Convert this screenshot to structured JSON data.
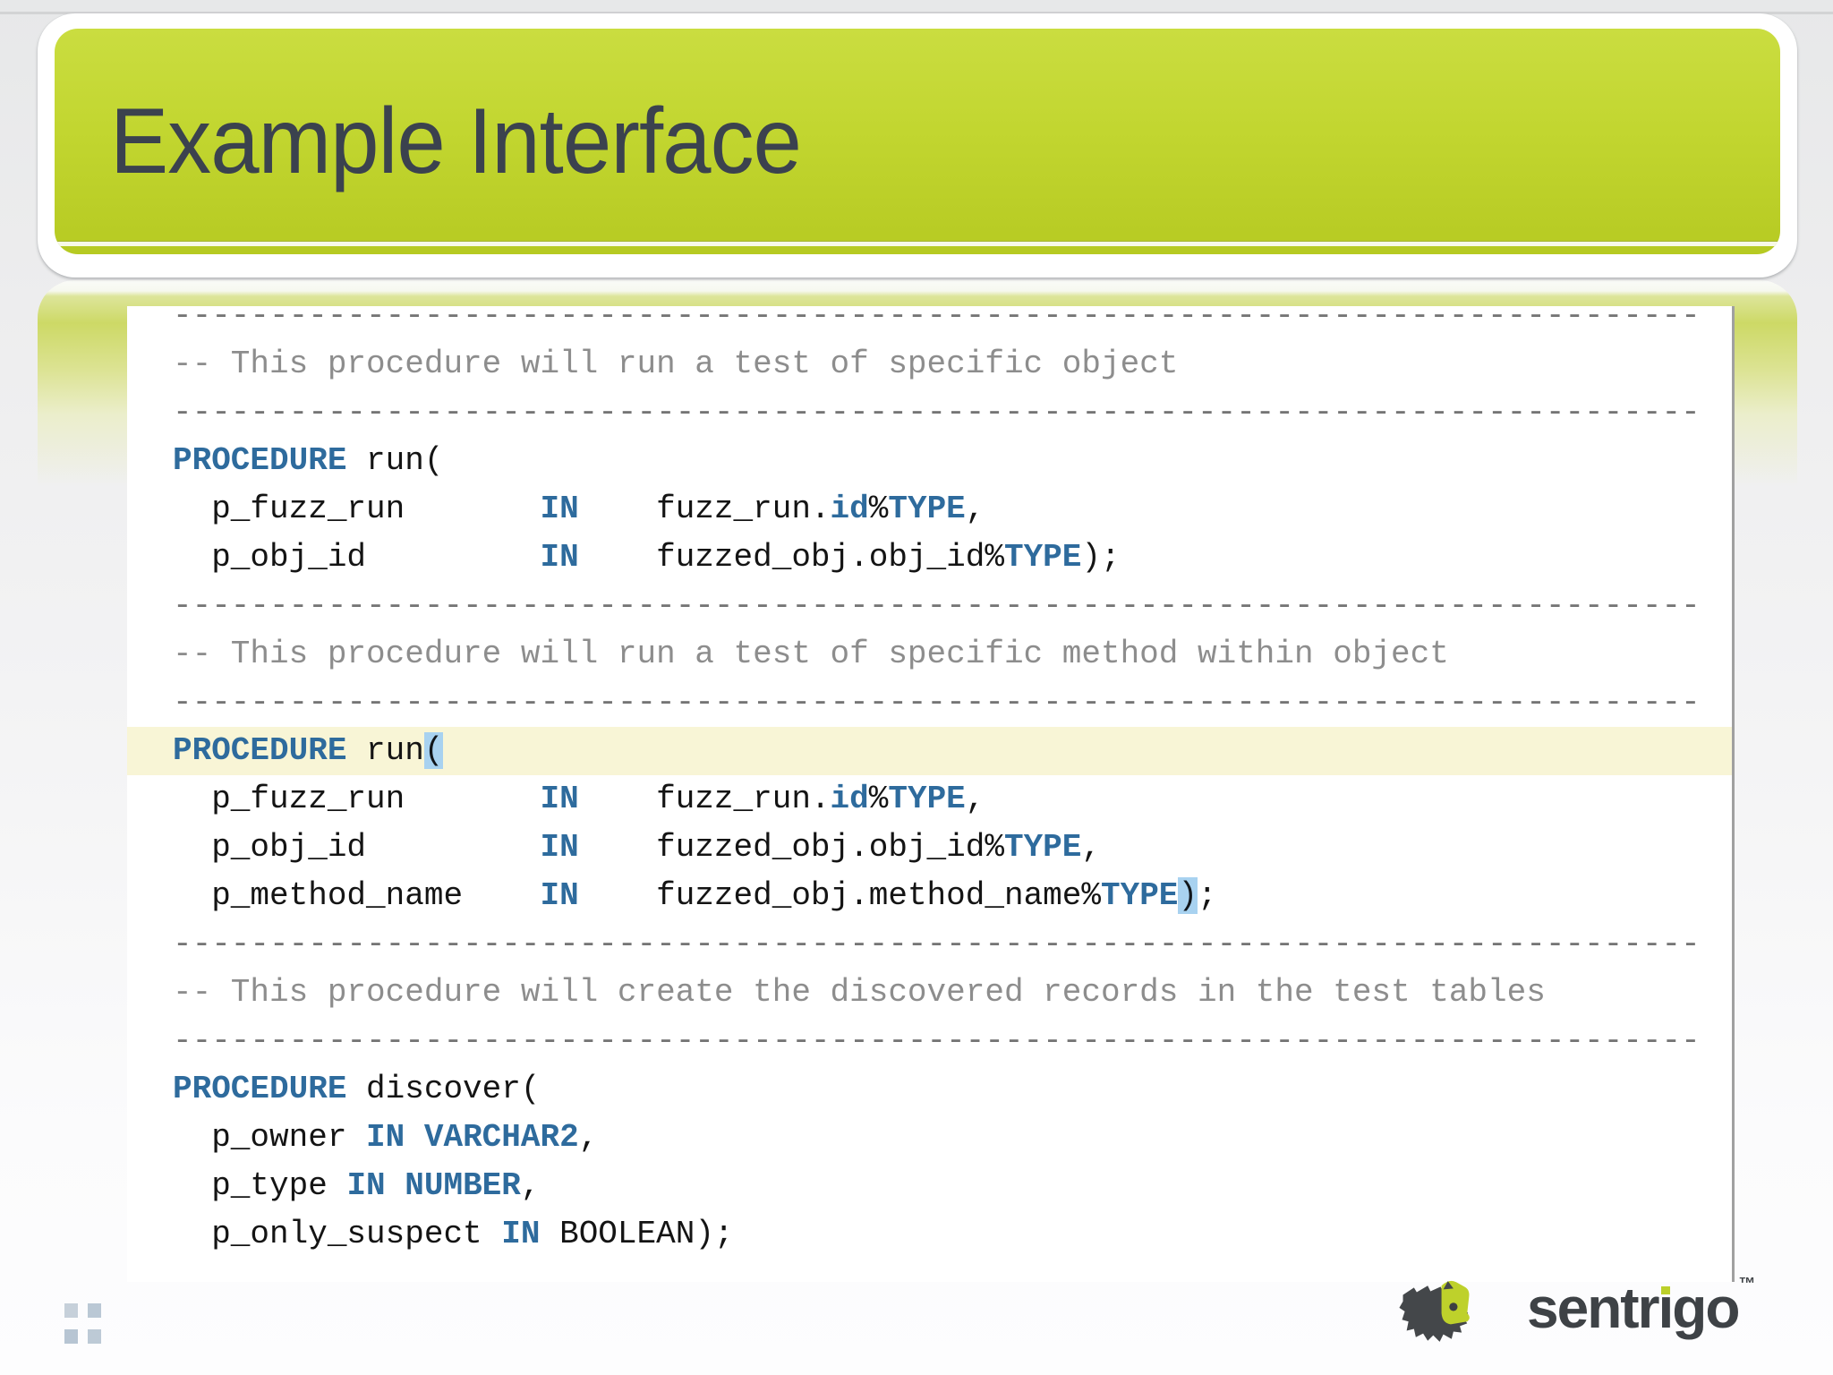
{
  "slide": {
    "title": "Example Interface"
  },
  "colors": {
    "banner_green_top": "#cadd40",
    "banner_green_bottom": "#b6ca22",
    "title_text": "#3b424e",
    "keyword_blue": "#2e6b9d",
    "comment_gray": "#8d8d8d",
    "divider_gray": "#757575",
    "line_highlight_yellow": "#f8f5d6",
    "selection_blue": "#a8d2f0",
    "logo_dark": "#44474a",
    "logo_green": "#bed12b",
    "decor_square_light": "#c6d0da",
    "decor_square_dark": "#b7c5d3"
  },
  "code": {
    "divider": "-------------------------------------------------------------------------------",
    "lines": [
      {
        "div": true
      },
      {
        "seg": [
          [
            "c",
            "-- This procedure will run a test of specific object"
          ]
        ]
      },
      {
        "div": true
      },
      {
        "seg": [
          [
            "k",
            "PROCEDURE"
          ],
          [
            "p",
            " run("
          ]
        ]
      },
      {
        "seg": [
          [
            "p",
            "  p_fuzz_run       "
          ],
          [
            "k",
            "IN"
          ],
          [
            "p",
            "    fuzz_run."
          ],
          [
            "k",
            "id"
          ],
          [
            "p",
            "%"
          ],
          [
            "k",
            "TYPE"
          ],
          [
            "p",
            ","
          ]
        ]
      },
      {
        "seg": [
          [
            "p",
            "  p_obj_id         "
          ],
          [
            "k",
            "IN"
          ],
          [
            "p",
            "    fuzzed_obj.obj_id%"
          ],
          [
            "k",
            "TYPE"
          ],
          [
            "p",
            ");"
          ]
        ]
      },
      {
        "div": true
      },
      {
        "seg": [
          [
            "c",
            "-- This procedure will run a test of specific method within object"
          ]
        ]
      },
      {
        "div": true
      },
      {
        "hl": true,
        "seg": [
          [
            "k",
            "PROCEDURE"
          ],
          [
            "p",
            " run"
          ],
          [
            "sel",
            "("
          ]
        ]
      },
      {
        "seg": [
          [
            "p",
            "  p_fuzz_run       "
          ],
          [
            "k",
            "IN"
          ],
          [
            "p",
            "    fuzz_run."
          ],
          [
            "k",
            "id"
          ],
          [
            "p",
            "%"
          ],
          [
            "k",
            "TYPE"
          ],
          [
            "p",
            ","
          ]
        ]
      },
      {
        "seg": [
          [
            "p",
            "  p_obj_id         "
          ],
          [
            "k",
            "IN"
          ],
          [
            "p",
            "    fuzzed_obj.obj_id%"
          ],
          [
            "k",
            "TYPE"
          ],
          [
            "p",
            ","
          ]
        ]
      },
      {
        "seg": [
          [
            "p",
            "  p_method_name    "
          ],
          [
            "k",
            "IN"
          ],
          [
            "p",
            "    fuzzed_obj.method_name%"
          ],
          [
            "k",
            "TYPE"
          ],
          [
            "sel",
            ")"
          ],
          [
            "p",
            ";"
          ]
        ]
      },
      {
        "div": true
      },
      {
        "seg": [
          [
            "c",
            "-- This procedure will create the discovered records in the test tables"
          ]
        ]
      },
      {
        "div": true
      },
      {
        "seg": [
          [
            "k",
            "PROCEDURE"
          ],
          [
            "p",
            " discover("
          ]
        ]
      },
      {
        "seg": [
          [
            "p",
            "  p_owner "
          ],
          [
            "k",
            "IN"
          ],
          [
            "p",
            " "
          ],
          [
            "k",
            "VARCHAR2"
          ],
          [
            "p",
            ","
          ]
        ]
      },
      {
        "seg": [
          [
            "p",
            "  p_type "
          ],
          [
            "k",
            "IN"
          ],
          [
            "p",
            " "
          ],
          [
            "k",
            "NUMBER"
          ],
          [
            "p",
            ","
          ]
        ]
      },
      {
        "seg": [
          [
            "p",
            "  p_only_suspect "
          ],
          [
            "k",
            "IN"
          ],
          [
            "p",
            " BOOLEAN);"
          ]
        ]
      }
    ]
  },
  "logo": {
    "brand": "sentrigo",
    "trademark": "™"
  }
}
